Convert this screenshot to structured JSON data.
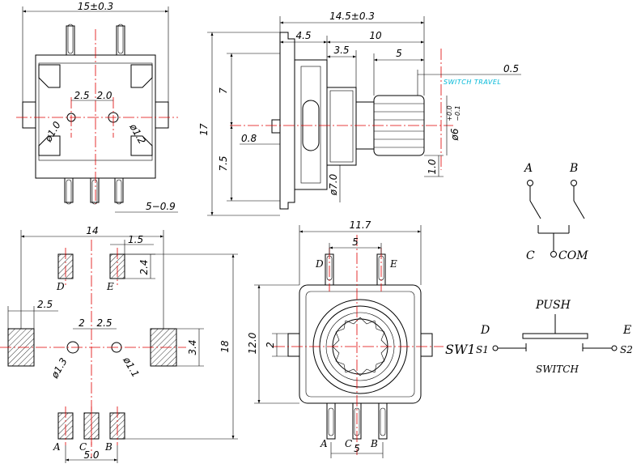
{
  "top_view": {
    "width_dim": "15±0.3",
    "spacing_left": "2.5",
    "spacing_right": "2.0",
    "hole_left": "ø1.0",
    "hole_right": "ø1.2",
    "pin_gap": "5−0.9"
  },
  "side_view": {
    "total_length": "14.5±0.3",
    "d_4_5": "4.5",
    "d_10": "10",
    "d_3_5": "3.5",
    "d_5": "5",
    "d_0_5": "0.5",
    "switch_travel": "SWITCH TRAVEL",
    "h_7": "7",
    "h_17": "17",
    "h_7_5": "7.5",
    "d_0_8": "0.8",
    "shaft_dia": "ø7.0",
    "knurl_dia": "ø6",
    "knurl_tol_upper": "+0.0",
    "knurl_tol_lower": "−0.1",
    "d_1_0": "1.0"
  },
  "pcb_layout": {
    "width_14": "14",
    "pad_1_5": "1.5",
    "pad_2_4": "2.4",
    "side_2_5": "2.5",
    "sp_2": "2",
    "sp_2_5": "2.5",
    "pad_3_4": "3.4",
    "height_18": "18",
    "hole_1_3": "ø1.3",
    "hole_1_1": "ø1.1",
    "pitch_5_0": "5.0",
    "pin_D": "D",
    "pin_E": "E",
    "pin_A": "A",
    "pin_C": "C",
    "pin_B": "B"
  },
  "front_view": {
    "width_11_7": "11.7",
    "top_5": "5",
    "height_12_0": "12.0",
    "side_2": "2",
    "bottom_5": "5",
    "pin_D": "D",
    "pin_E": "E",
    "pin_A": "A",
    "pin_C": "C",
    "pin_B": "B"
  },
  "schematic": {
    "enc_A": "A",
    "enc_B": "B",
    "enc_C": "C",
    "enc_com": "COM",
    "push": "PUSH",
    "sw_D": "D",
    "sw_E": "E",
    "sw1": "SW1",
    "s1": "S1",
    "s2": "S2",
    "switch": "SWITCH"
  }
}
